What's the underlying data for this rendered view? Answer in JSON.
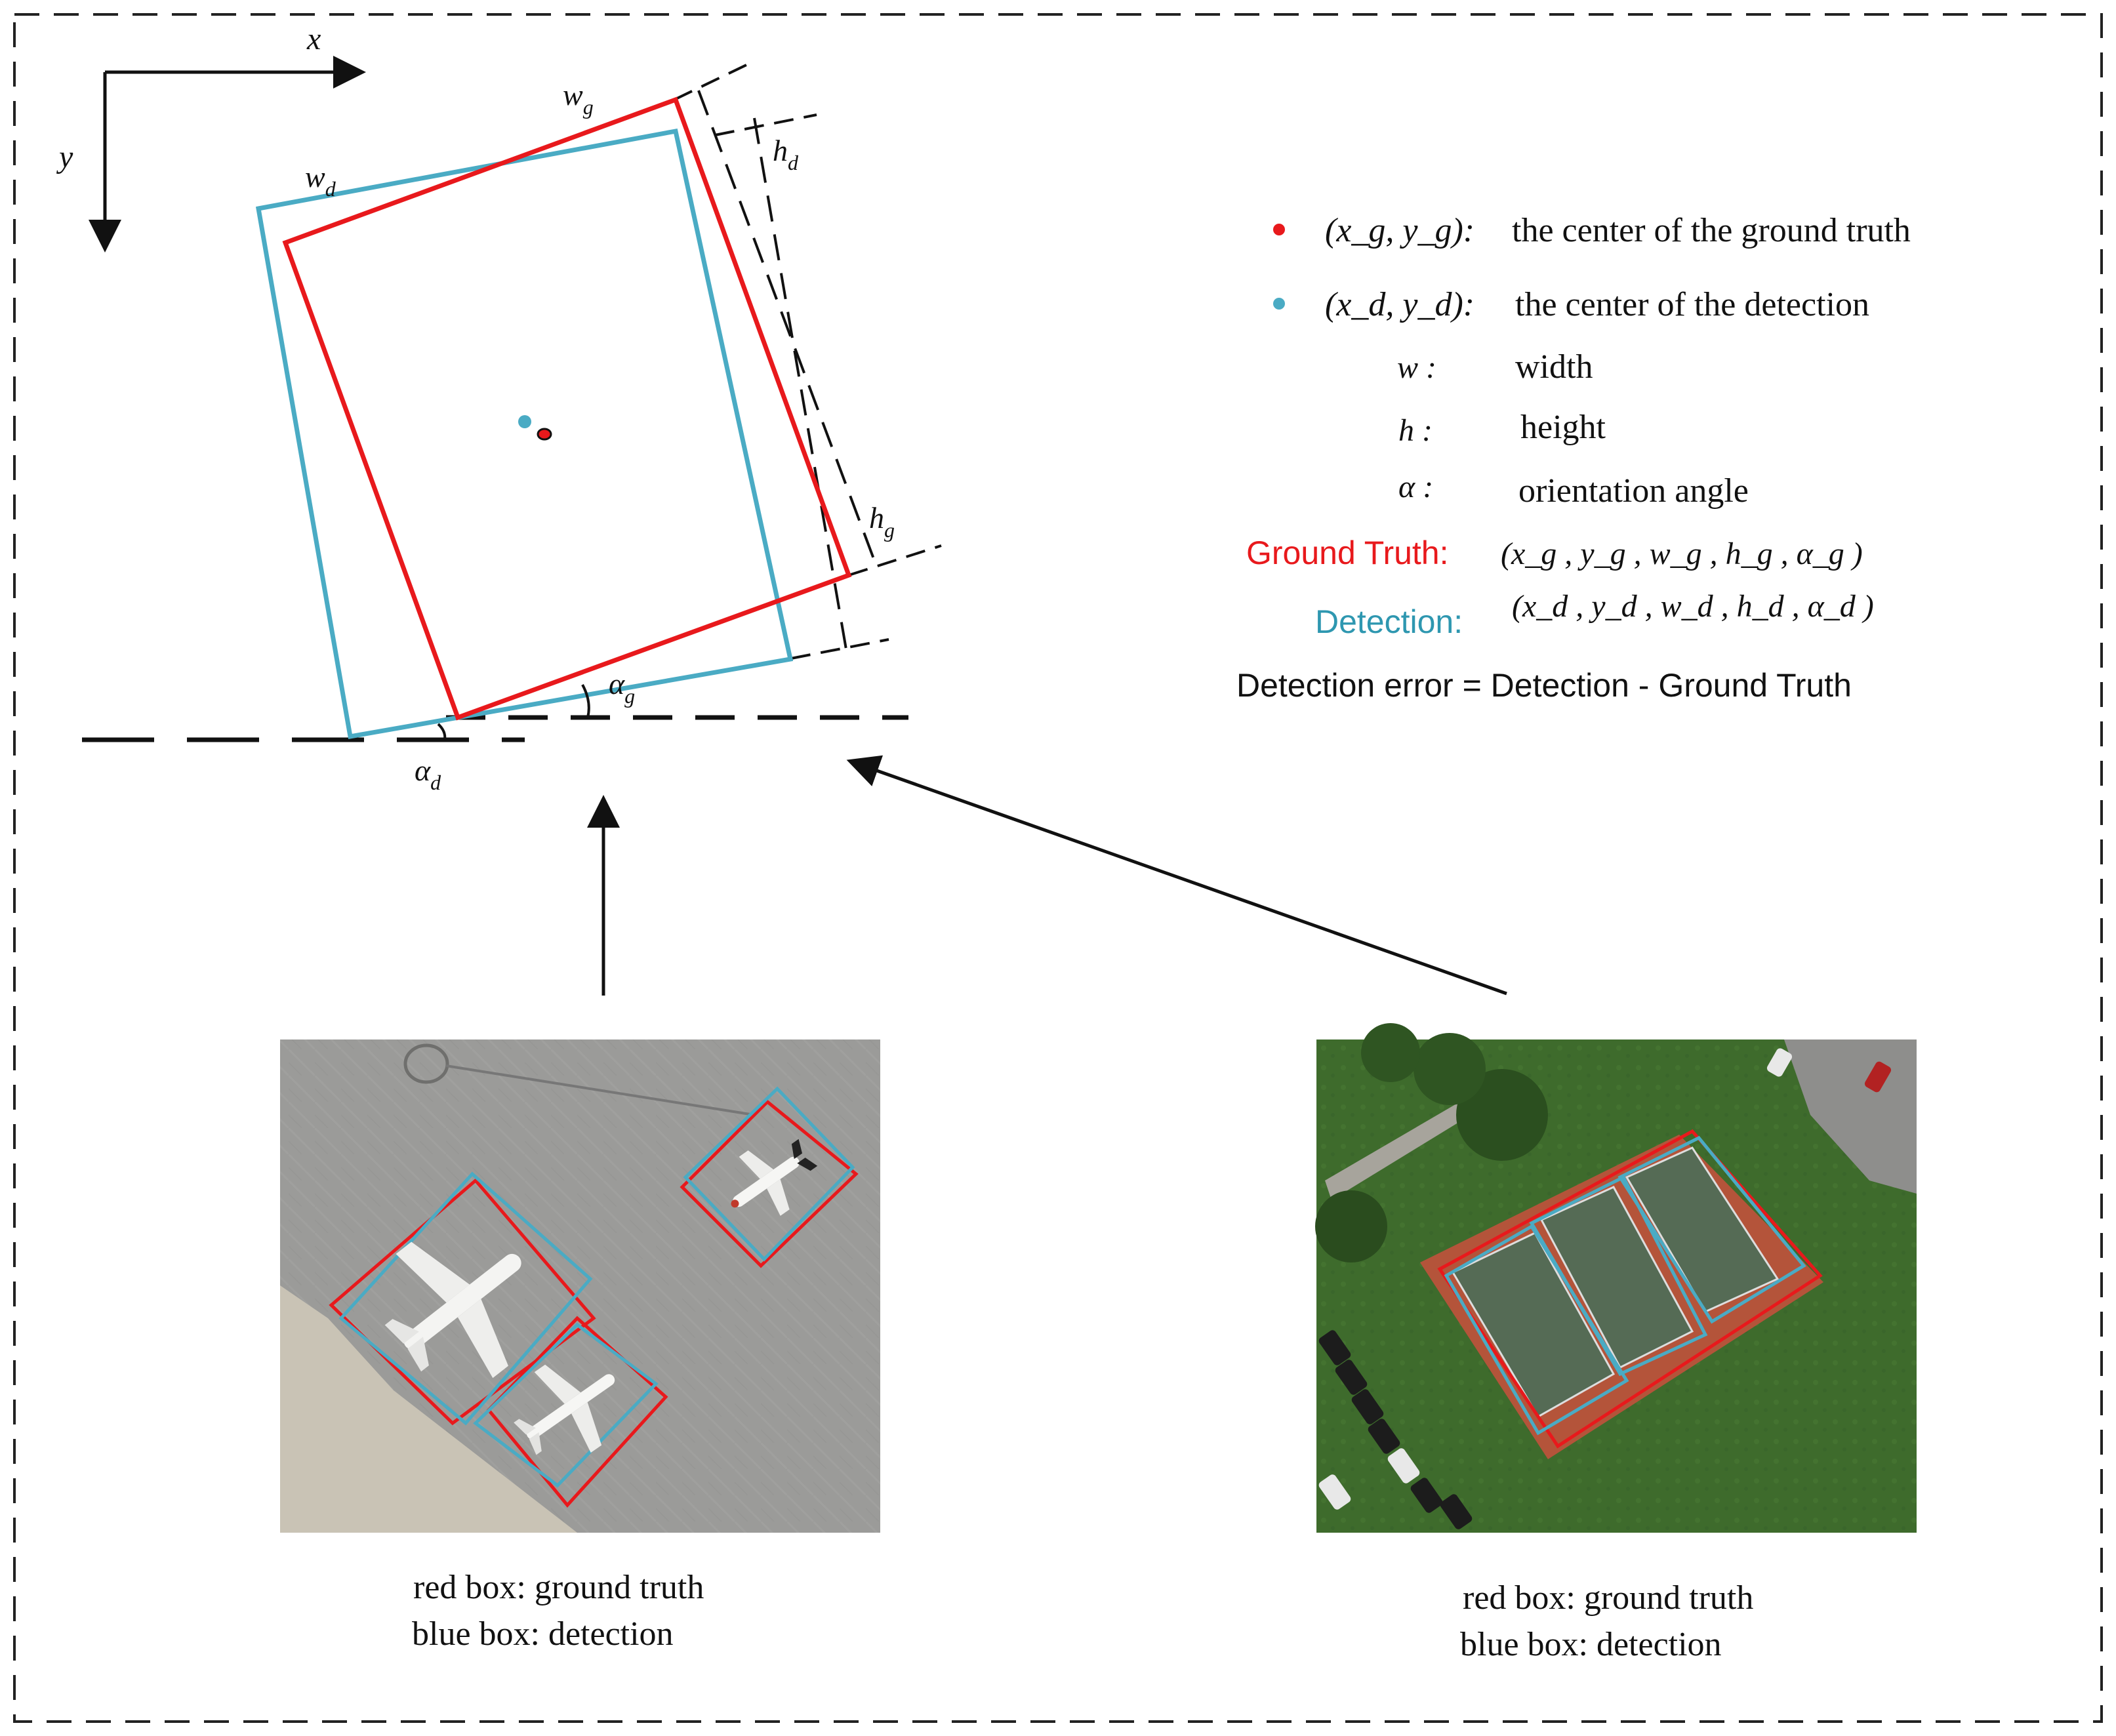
{
  "axes": {
    "x_label": "x",
    "y_label": "y"
  },
  "box_labels": {
    "w_g": {
      "base": "w",
      "sub": "g"
    },
    "w_d": {
      "base": "w",
      "sub": "d"
    },
    "h_d": {
      "base": "h",
      "sub": "d"
    },
    "h_g": {
      "base": "h",
      "sub": "g"
    },
    "alpha_g": {
      "base": "α",
      "sub": "g"
    },
    "alpha_d": {
      "base": "α",
      "sub": "d"
    }
  },
  "legend": {
    "gt_center_symbol": "(x_g, y_g):",
    "gt_center_text": "the center of the ground truth",
    "det_center_symbol": "(x_d, y_d):",
    "det_center_text": "the center of the detection",
    "w_symbol": "w :",
    "w_text": "width",
    "h_symbol": "h :",
    "h_text": "height",
    "alpha_symbol": "α :",
    "alpha_text": "orientation angle",
    "gt_label": "Ground Truth:",
    "gt_tuple": "(x_g , y_g , w_g , h_g , α_g )",
    "det_label": "Detection:",
    "det_tuple": "(x_d , y_d , w_d , h_d , α_d )",
    "error_text": "Detection error = Detection - Ground Truth"
  },
  "captions": {
    "left": {
      "line1": "red box:  ground truth",
      "line2": "blue box:  detection"
    },
    "right": {
      "line1": "red box:  ground truth",
      "line2": "blue box:  detection"
    }
  },
  "colors": {
    "ground_truth": "#e8191c",
    "detection": "#4aabc4",
    "gt_label_text": "#e8191c",
    "det_label_text": "#2e97b0",
    "gt_center_dot": "#e8191c",
    "det_center_dot": "#4aabc4"
  }
}
